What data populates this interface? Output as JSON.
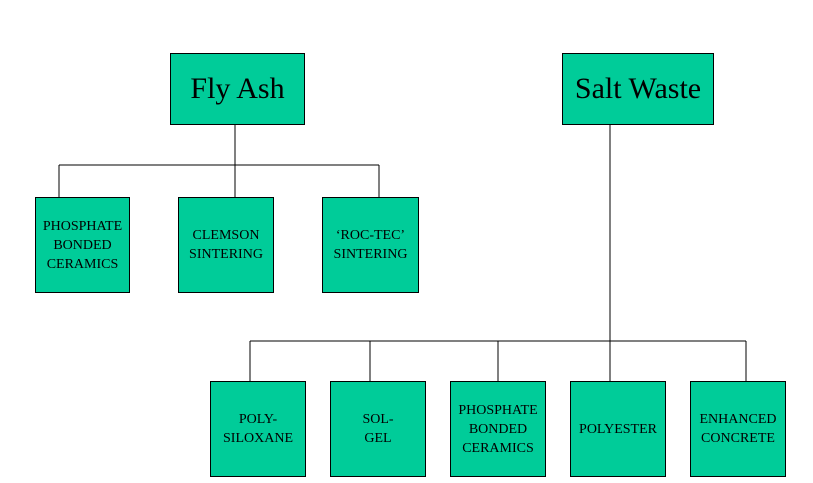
{
  "diagram": {
    "roots": [
      {
        "id": "fly_ash",
        "label": "Fly Ash",
        "children": [
          {
            "label": "PHOSPHATE\nBONDED\nCERAMICS"
          },
          {
            "label": "CLEMSON\nSINTERING"
          },
          {
            "label": "‘ROC-TEC’\nSINTERING"
          }
        ]
      },
      {
        "id": "salt_waste",
        "label": "Salt Waste",
        "children": [
          {
            "label": "POLY-\nSILOXANE"
          },
          {
            "label": "SOL-\nGEL"
          },
          {
            "label": "PHOSPHATE\nBONDED\nCERAMICS"
          },
          {
            "label": "POLYESTER"
          },
          {
            "label": "ENHANCED\nCONCRETE"
          }
        ]
      }
    ],
    "colors": {
      "box_fill": "#00cc99",
      "box_border": "#000000",
      "line": "#000000",
      "background": "#ffffff"
    }
  }
}
